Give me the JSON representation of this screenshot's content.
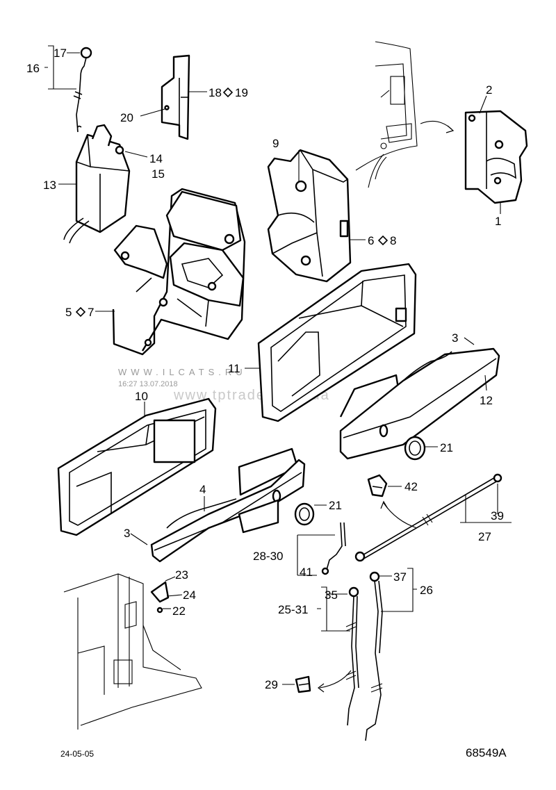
{
  "diagram_number": "68549A",
  "date_code": "24-05-05",
  "watermark": {
    "line1": "WWW.ILCATS.RU",
    "line2": "16:27 13.07.2018",
    "line3": "www.tptrader.com.ua"
  },
  "callouts": {
    "c17": "17",
    "c16": "16",
    "c20": "20",
    "c18_19": "18",
    "c18_19b": "19",
    "c14": "14",
    "c15": "15",
    "c13": "13",
    "c9": "9",
    "c2": "2",
    "c1": "1",
    "c6_8": "6",
    "c6_8b": "8",
    "c5_7": "5",
    "c5_7b": "7",
    "c11": "11",
    "c3a": "3",
    "c12": "12",
    "c10": "10",
    "c21a": "21",
    "c42": "42",
    "c4": "4",
    "c21b": "21",
    "c3b": "3",
    "c39": "39",
    "c27": "27",
    "c28_30": "28-30",
    "c41": "41",
    "c23": "23",
    "c24": "24",
    "c22": "22",
    "c37": "37",
    "c26": "26",
    "c35": "35",
    "c25_31": "25-31",
    "c29": "29"
  },
  "icons": [
    "diamond-icon"
  ]
}
